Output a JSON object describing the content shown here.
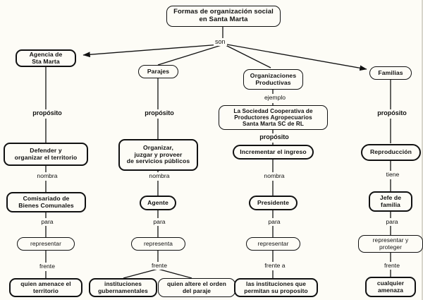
{
  "diagram": {
    "title": "Formas de organización social en Santa Marta",
    "type": "concept-map",
    "background_color": "#fdfcf6",
    "line_color": "#111111",
    "root": {
      "id": "root",
      "label_line1": "Formas de organización social",
      "label_line2": "en Santa Marta"
    },
    "root_relation": "son",
    "branches": [
      {
        "id": "agencia",
        "concept_line1": "Agencia de",
        "concept_line2": "Sta Marta",
        "rel1": "propósito",
        "purpose_line1": "Defender y",
        "purpose_line2": "organizar el territorio",
        "rel2": "nombra",
        "role_line1": "Comisariado de",
        "role_line2": "Bienes Comunales",
        "rel3": "para",
        "action": "representar",
        "rel4": "frente",
        "targets": [
          {
            "line1": "quien amenace el",
            "line2": "territorio"
          }
        ]
      },
      {
        "id": "parajes",
        "concept_line1": "Parajes",
        "concept_line2": "",
        "rel1": "propósito",
        "purpose_line1": "Organizar,",
        "purpose_line2": "juzgar y proveer",
        "purpose_line3": "de servicios públicos",
        "rel2": "nombra",
        "role_line1": "Agente",
        "role_line2": "",
        "rel3": "para",
        "action": "representa",
        "rel4": "frente",
        "targets": [
          {
            "line1": "instituciones",
            "line2": "gubernamentales"
          },
          {
            "line1": "quien altere el orden",
            "line2": "del paraje"
          }
        ]
      },
      {
        "id": "organizaciones",
        "concept_line1": "Organizaciones",
        "concept_line2": "Productivas",
        "rel0": "ejemplo",
        "example_line1": "La Sociedad Cooperativa de",
        "example_line2": "Productores Agropecuarios",
        "example_line3": "Santa Marta SC de RL",
        "rel1": "propósito",
        "purpose_line1": "Incrementar el ingreso",
        "rel2": "nombra",
        "role_line1": "Presidente",
        "role_line2": "",
        "rel3": "para",
        "action": "representar",
        "rel4": "frente a",
        "targets": [
          {
            "line1": "las instituciones que",
            "line2": "permitan su proposito"
          }
        ]
      },
      {
        "id": "familias",
        "concept_line1": "Familias",
        "concept_line2": "",
        "rel1": "propósito",
        "purpose_line1": "Reproducción",
        "rel2": "tiene",
        "role_line1": "Jefe de",
        "role_line2": "familia",
        "rel3": "para",
        "action_line1": "representar y",
        "action_line2": "proteger",
        "rel4": "frente",
        "targets": [
          {
            "line1": "cualquier",
            "line2": "amenaza"
          }
        ]
      }
    ]
  }
}
